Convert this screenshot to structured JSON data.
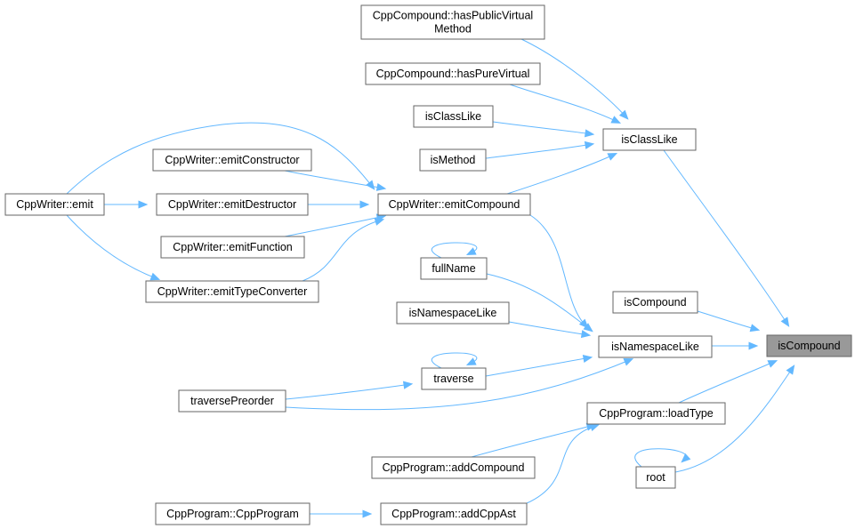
{
  "graph": {
    "focus_id": "isCompound",
    "edge_color": "#63b8ff",
    "focus_fill": "#999999",
    "border_color": "#666666",
    "nodes": [
      {
        "id": "hasPublicVirtualMethod",
        "lines": [
          "CppCompound::hasPublicVirtual",
          "Method"
        ]
      },
      {
        "id": "hasPureVirtual",
        "lines": [
          "CppCompound::hasPureVirtual"
        ]
      },
      {
        "id": "isClassLike_small",
        "lines": [
          "isClassLike"
        ]
      },
      {
        "id": "isMethod",
        "lines": [
          "isMethod"
        ]
      },
      {
        "id": "isClassLike",
        "lines": [
          "isClassLike"
        ]
      },
      {
        "id": "emitConstructor",
        "lines": [
          "CppWriter::emitConstructor"
        ]
      },
      {
        "id": "emit",
        "lines": [
          "CppWriter::emit"
        ]
      },
      {
        "id": "emitDestructor",
        "lines": [
          "CppWriter::emitDestructor"
        ]
      },
      {
        "id": "emitCompound",
        "lines": [
          "CppWriter::emitCompound"
        ]
      },
      {
        "id": "emitFunction",
        "lines": [
          "CppWriter::emitFunction"
        ]
      },
      {
        "id": "fullName",
        "lines": [
          "fullName"
        ]
      },
      {
        "id": "emitTypeConverter",
        "lines": [
          "CppWriter::emitTypeConverter"
        ]
      },
      {
        "id": "isCompound_small",
        "lines": [
          "isCompound"
        ]
      },
      {
        "id": "isNamespaceLike_small",
        "lines": [
          "isNamespaceLike"
        ]
      },
      {
        "id": "isCompound",
        "lines": [
          "isCompound"
        ]
      },
      {
        "id": "isNamespaceLike",
        "lines": [
          "isNamespaceLike"
        ]
      },
      {
        "id": "traverse",
        "lines": [
          "traverse"
        ]
      },
      {
        "id": "traversePreorder",
        "lines": [
          "traversePreorder"
        ]
      },
      {
        "id": "loadType",
        "lines": [
          "CppProgram::loadType"
        ]
      },
      {
        "id": "addCompound",
        "lines": [
          "CppProgram::addCompound"
        ]
      },
      {
        "id": "root",
        "lines": [
          "root"
        ]
      },
      {
        "id": "CppProgram",
        "lines": [
          "CppProgram::CppProgram"
        ]
      },
      {
        "id": "addCppAst",
        "lines": [
          "CppProgram::addCppAst"
        ]
      }
    ],
    "edges": [
      {
        "from": "hasPublicVirtualMethod",
        "to": "isClassLike"
      },
      {
        "from": "hasPureVirtual",
        "to": "isClassLike"
      },
      {
        "from": "isClassLike_small",
        "to": "isClassLike"
      },
      {
        "from": "isMethod",
        "to": "isClassLike"
      },
      {
        "from": "emitCompound",
        "to": "isClassLike"
      },
      {
        "from": "isClassLike",
        "to": "isCompound"
      },
      {
        "from": "emit",
        "to": "emitCompound"
      },
      {
        "from": "emitConstructor",
        "to": "emitCompound"
      },
      {
        "from": "emitDestructor",
        "to": "emitCompound"
      },
      {
        "from": "emitFunction",
        "to": "emitCompound"
      },
      {
        "from": "emitTypeConverter",
        "to": "emitCompound"
      },
      {
        "from": "emit",
        "to": "emitDestructor"
      },
      {
        "from": "emit",
        "to": "emitTypeConverter"
      },
      {
        "from": "emitCompound",
        "to": "isNamespaceLike"
      },
      {
        "from": "fullName",
        "to": "fullName"
      },
      {
        "from": "fullName",
        "to": "isNamespaceLike"
      },
      {
        "from": "isNamespaceLike_small",
        "to": "isNamespaceLike"
      },
      {
        "from": "traverse",
        "to": "traverse"
      },
      {
        "from": "traverse",
        "to": "isNamespaceLike"
      },
      {
        "from": "traversePreorder",
        "to": "traverse"
      },
      {
        "from": "traversePreorder",
        "to": "isNamespaceLike"
      },
      {
        "from": "isCompound_small",
        "to": "isCompound"
      },
      {
        "from": "isNamespaceLike",
        "to": "isCompound"
      },
      {
        "from": "loadType",
        "to": "isCompound"
      },
      {
        "from": "root",
        "to": "root"
      },
      {
        "from": "root",
        "to": "isCompound"
      },
      {
        "from": "addCompound",
        "to": "loadType"
      },
      {
        "from": "addCppAst",
        "to": "loadType"
      },
      {
        "from": "CppProgram",
        "to": "addCppAst"
      }
    ]
  }
}
